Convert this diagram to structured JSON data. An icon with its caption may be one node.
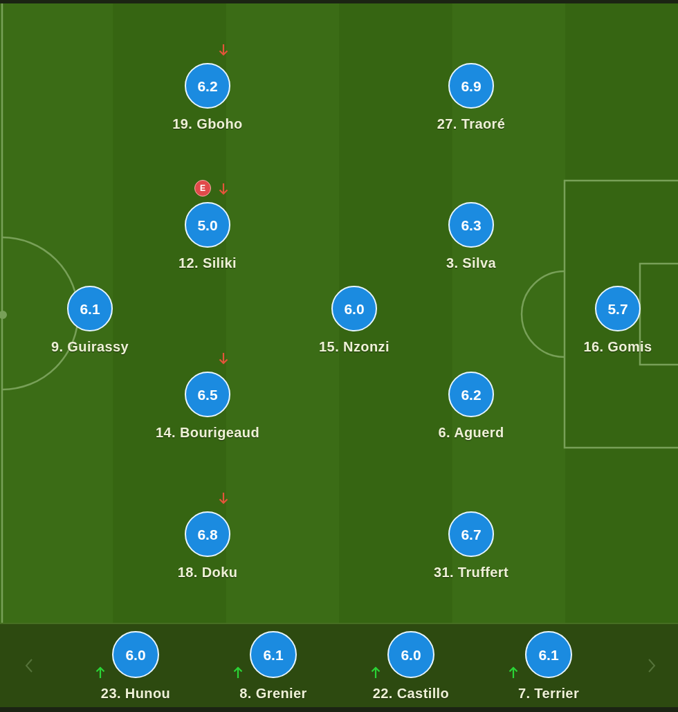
{
  "diagram": {
    "nodes": [
      {
        "text": [
          "6.2"
        ],
        "beside": [
          "19. Gboho"
        ]
      },
      {
        "text": [
          "6.9"
        ],
        "beside": [
          "27. Traoré"
        ]
      },
      {
        "text": [
          "E"
        ]
      },
      {
        "text": [
          "5.0"
        ],
        "beside": [
          "12. Siliki"
        ]
      },
      {
        "text": [
          "6.3"
        ],
        "beside": [
          "3. Silva"
        ]
      },
      {
        "text": [
          "6.1"
        ],
        "beside": [
          "9. Guirassy"
        ]
      },
      {
        "text": [
          "6.0"
        ],
        "beside": [
          "15. Nzonzi"
        ]
      },
      {
        "text": [
          "5.7"
        ],
        "beside": [
          "16. Gomis"
        ]
      },
      {
        "text": [
          "6.5"
        ],
        "beside": [
          "14. Bourigeaud"
        ]
      },
      {
        "text": [
          "6.2"
        ],
        "beside": [
          "6. Aguerd"
        ]
      },
      {
        "text": [
          "6.8"
        ],
        "beside": [
          "18. Doku"
        ]
      },
      {
        "text": [
          "6.7"
        ],
        "beside": [
          "31. Truffert"
        ]
      },
      {
        "text": [
          "6.0"
        ],
        "beside": [
          "23. Hunou"
        ]
      },
      {
        "text": [
          "6.1"
        ],
        "beside": [
          "8. Grenier"
        ]
      },
      {
        "text": [
          "6.0"
        ],
        "beside": [
          "22. Castillo"
        ]
      },
      {
        "text": [
          "6.1"
        ],
        "beside": [
          "7. Terrier"
        ]
      }
    ]
  }
}
